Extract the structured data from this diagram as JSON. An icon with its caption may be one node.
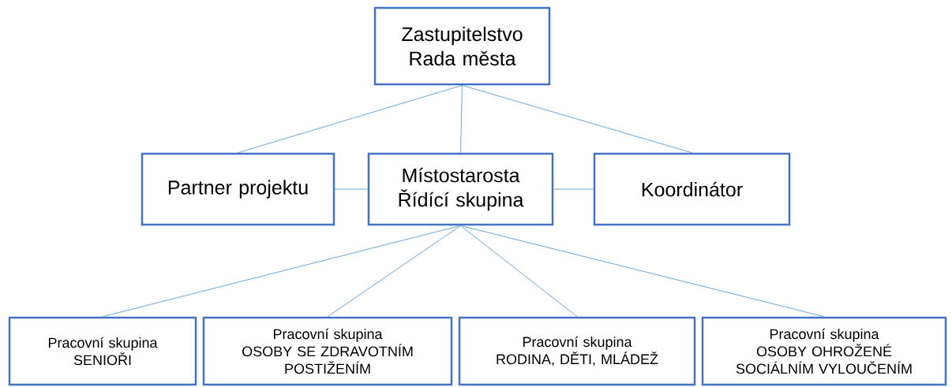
{
  "diagram": {
    "nodes": [
      {
        "text": [
          "Zastupitelstvo",
          "Rada města"
        ]
      },
      {
        "text": [
          "Partner projektu"
        ]
      },
      {
        "text": [
          "Místostarosta",
          "Řídící skupina"
        ]
      },
      {
        "text": [
          "Koordinátor"
        ]
      },
      {
        "text": [
          "Pracovní skupina",
          "SENIOŘI"
        ]
      },
      {
        "text": [
          "Pracovní skupina",
          "OSOBY SE ZDRAVOTNÍM POSTIŽENÍM"
        ]
      },
      {
        "text": [
          "Pracovní skupina",
          "RODINA, DĚTI, MLÁDEŽ"
        ]
      },
      {
        "text": [
          "Pracovní skupina",
          "OSOBY OHROŽENÉ SOCIÁLNÍM VYLOUČENÍM"
        ]
      }
    ],
    "edges": [
      {
        "from": 0,
        "to": 1,
        "arrow": "none"
      },
      {
        "from": 0,
        "to": 2,
        "arrow": "none"
      },
      {
        "from": 0,
        "to": 3,
        "arrow": "none"
      },
      {
        "from": 1,
        "to": 2,
        "arrow": "none"
      },
      {
        "from": 2,
        "to": 3,
        "arrow": "none"
      },
      {
        "from": 2,
        "to": 4,
        "arrow": "none"
      },
      {
        "from": 2,
        "to": 5,
        "arrow": "none"
      },
      {
        "from": 2,
        "to": 6,
        "arrow": "none"
      },
      {
        "from": 2,
        "to": 7,
        "arrow": "none"
      }
    ]
  }
}
